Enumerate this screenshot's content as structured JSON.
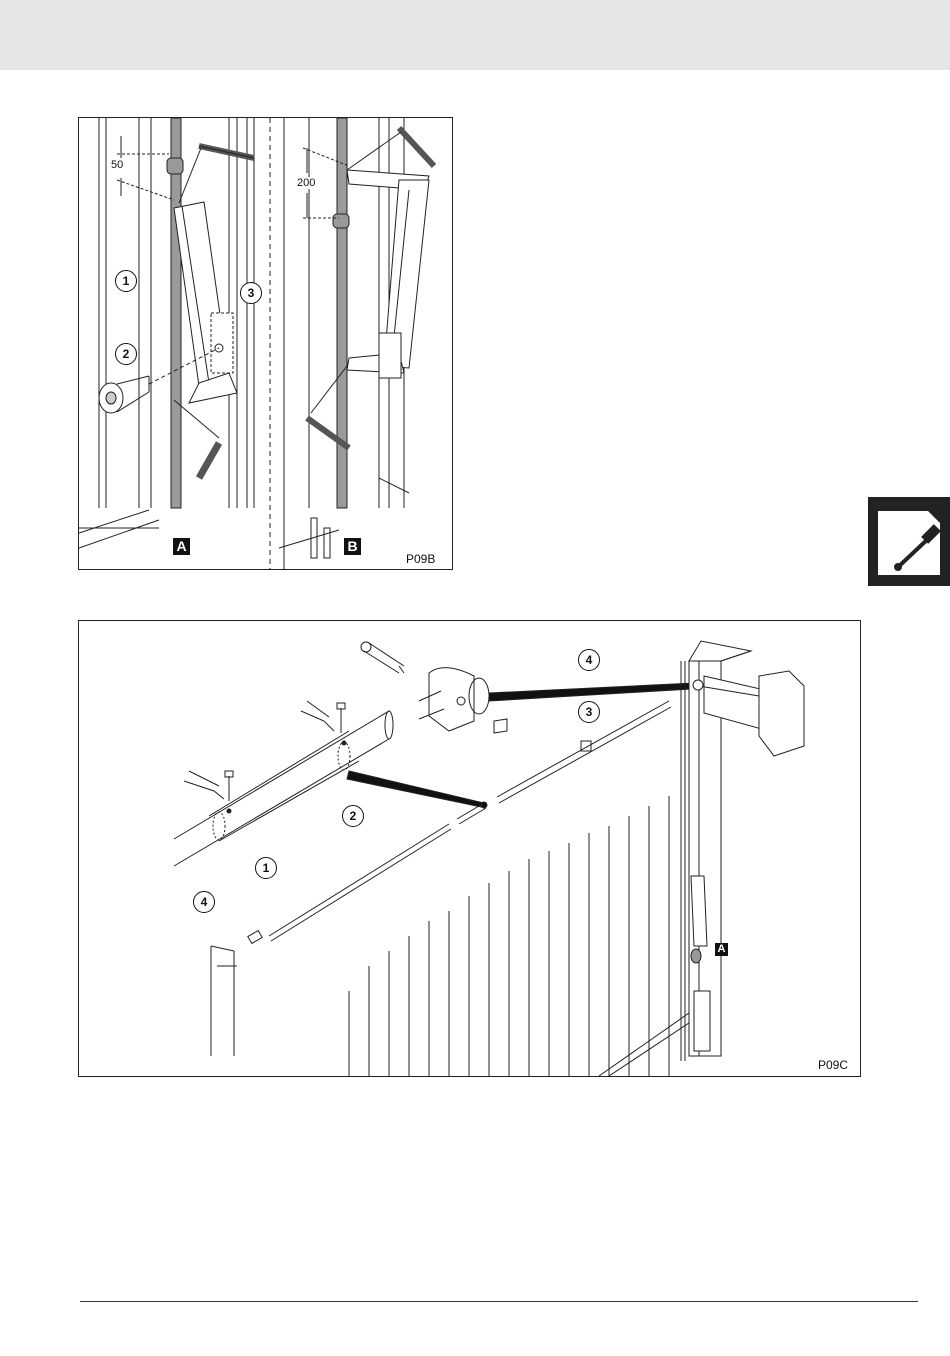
{
  "figure_b": {
    "code": "P09B",
    "panel_a_label": "A",
    "panel_b_label": "B",
    "dim_50": "50",
    "dim_200": "200",
    "callouts": [
      "1",
      "2",
      "3"
    ]
  },
  "figure_c": {
    "code": "P09C",
    "box_label": "A",
    "callouts": [
      "1",
      "2",
      "3",
      "4"
    ]
  },
  "side_tab": {
    "icon": "wrench-screwdriver-icon",
    "color": "#222222"
  },
  "colors": {
    "header_band": "#e6e6e6",
    "line": "#222222"
  }
}
